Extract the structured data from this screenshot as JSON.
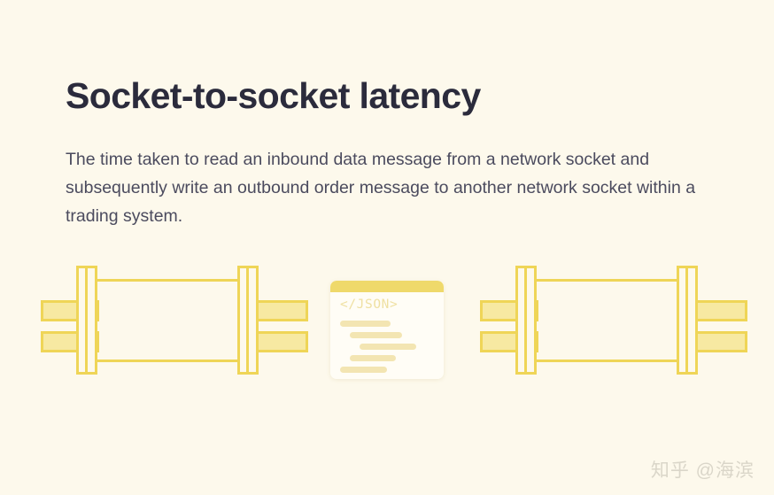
{
  "slide": {
    "title": "Socket-to-socket latency",
    "description": "The time taken to read an inbound data message from a network socket and subsequently write an outbound order message to another network socket within a trading system.",
    "background_color": "#FDF9EC",
    "title_color": "#2B2B3C",
    "description_color": "#4B4B5E",
    "accent_color": "#EFD557"
  },
  "figure": {
    "sockets": [
      {
        "id": "source-socket",
        "position": "left",
        "prongs": [
          "outer-top",
          "outer-bottom",
          "inner-top",
          "inner-bottom"
        ],
        "fill_color": "#F7E9A2",
        "stroke_color": "#EFD557"
      },
      {
        "id": "destination-socket",
        "position": "right",
        "prongs": [
          "outer-top",
          "outer-bottom",
          "inner-top",
          "inner-bottom"
        ],
        "fill_color": "#F7E9A2",
        "stroke_color": "#EFD557"
      }
    ],
    "json_card": {
      "label": "</JSON>",
      "titlebar_color": "#EFD96B",
      "card_color": "#FFFDF6",
      "line_color": "#F3E5B2",
      "lines": [
        {
          "indent": 11,
          "width": 57
        },
        {
          "indent": 22,
          "width": 59
        },
        {
          "indent": 33,
          "width": 64
        },
        {
          "indent": 22,
          "width": 52
        },
        {
          "indent": 11,
          "width": 53
        }
      ]
    }
  },
  "watermark": {
    "text": "知乎 @海滨",
    "color": "#DAD6C9"
  }
}
